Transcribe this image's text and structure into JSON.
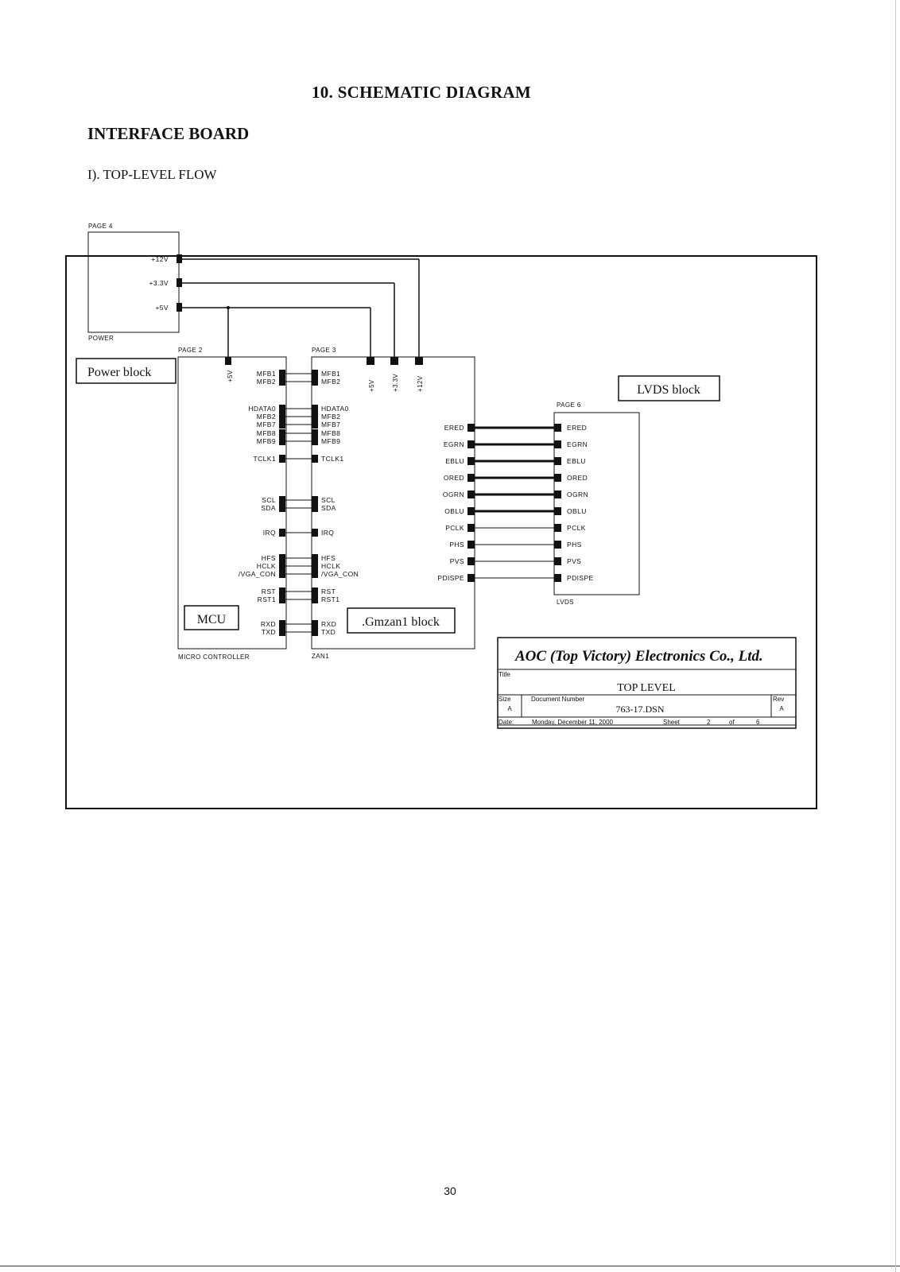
{
  "heading": {
    "title": "10.   SCHEMATIC DIAGRAM",
    "section": "INTERFACE BOARD",
    "subsection": "I). TOP-LEVEL FLOW"
  },
  "page_number": "30",
  "power": {
    "page": "PAGE 4",
    "name": "POWER",
    "block_label": "Power block",
    "pins": [
      "+12V",
      "+3.3V",
      "+5V"
    ]
  },
  "mcu": {
    "page": "PAGE 2",
    "name": "MICRO CONTROLLER",
    "block_label": "MCU",
    "power_pin": "+5V",
    "pins": [
      "MFB1",
      "MFB2",
      "HDATA0",
      "MFB2",
      "MFB7",
      "MFB8",
      "MFB9",
      "TCLK1",
      "SCL",
      "SDA",
      "IRQ",
      "HFS",
      "HCLK",
      "/VGA_CON",
      "RST",
      "RST1",
      "RXD",
      "TXD"
    ]
  },
  "zan1": {
    "page": "PAGE 3",
    "name": "ZAN1",
    "block_label": ".Gmzan1 block",
    "power_pins": [
      "+5V",
      "+3.3V",
      "+12V"
    ],
    "left_pins": [
      "MFB1",
      "MFB2",
      "HDATA0",
      "MFB2",
      "MFB7",
      "MFB8",
      "MFB9",
      "TCLK1",
      "SCL",
      "SDA",
      "IRQ",
      "HFS",
      "HCLK",
      "/VGA_CON",
      "RST",
      "RST1",
      "RXD",
      "TXD"
    ],
    "right_pins": [
      "ERED",
      "EGRN",
      "EBLU",
      "ORED",
      "OGRN",
      "OBLU",
      "PCLK",
      "PHS",
      "PVS",
      "PDISPE"
    ]
  },
  "lvds": {
    "page": "PAGE 6",
    "name": "LVDS",
    "block_label": "LVDS block",
    "pins": [
      "ERED",
      "EGRN",
      "EBLU",
      "ORED",
      "OGRN",
      "OBLU",
      "PCLK",
      "PHS",
      "PVS",
      "PDISPE"
    ]
  },
  "title_block": {
    "company": "AOC (Top Victory) Electronics Co., Ltd.",
    "title_label": "Title",
    "title": "TOP LEVEL",
    "size_label": "Size",
    "size": "A",
    "docnum_label": "Document Number",
    "docnum": "763-17.DSN",
    "rev_label": "Rev",
    "rev": "A",
    "date_label": "Date:",
    "date": "Monday, December 11, 2000",
    "sheet_label": "Sheet",
    "sheet": "2",
    "of_label": "of",
    "sheets": "6"
  }
}
